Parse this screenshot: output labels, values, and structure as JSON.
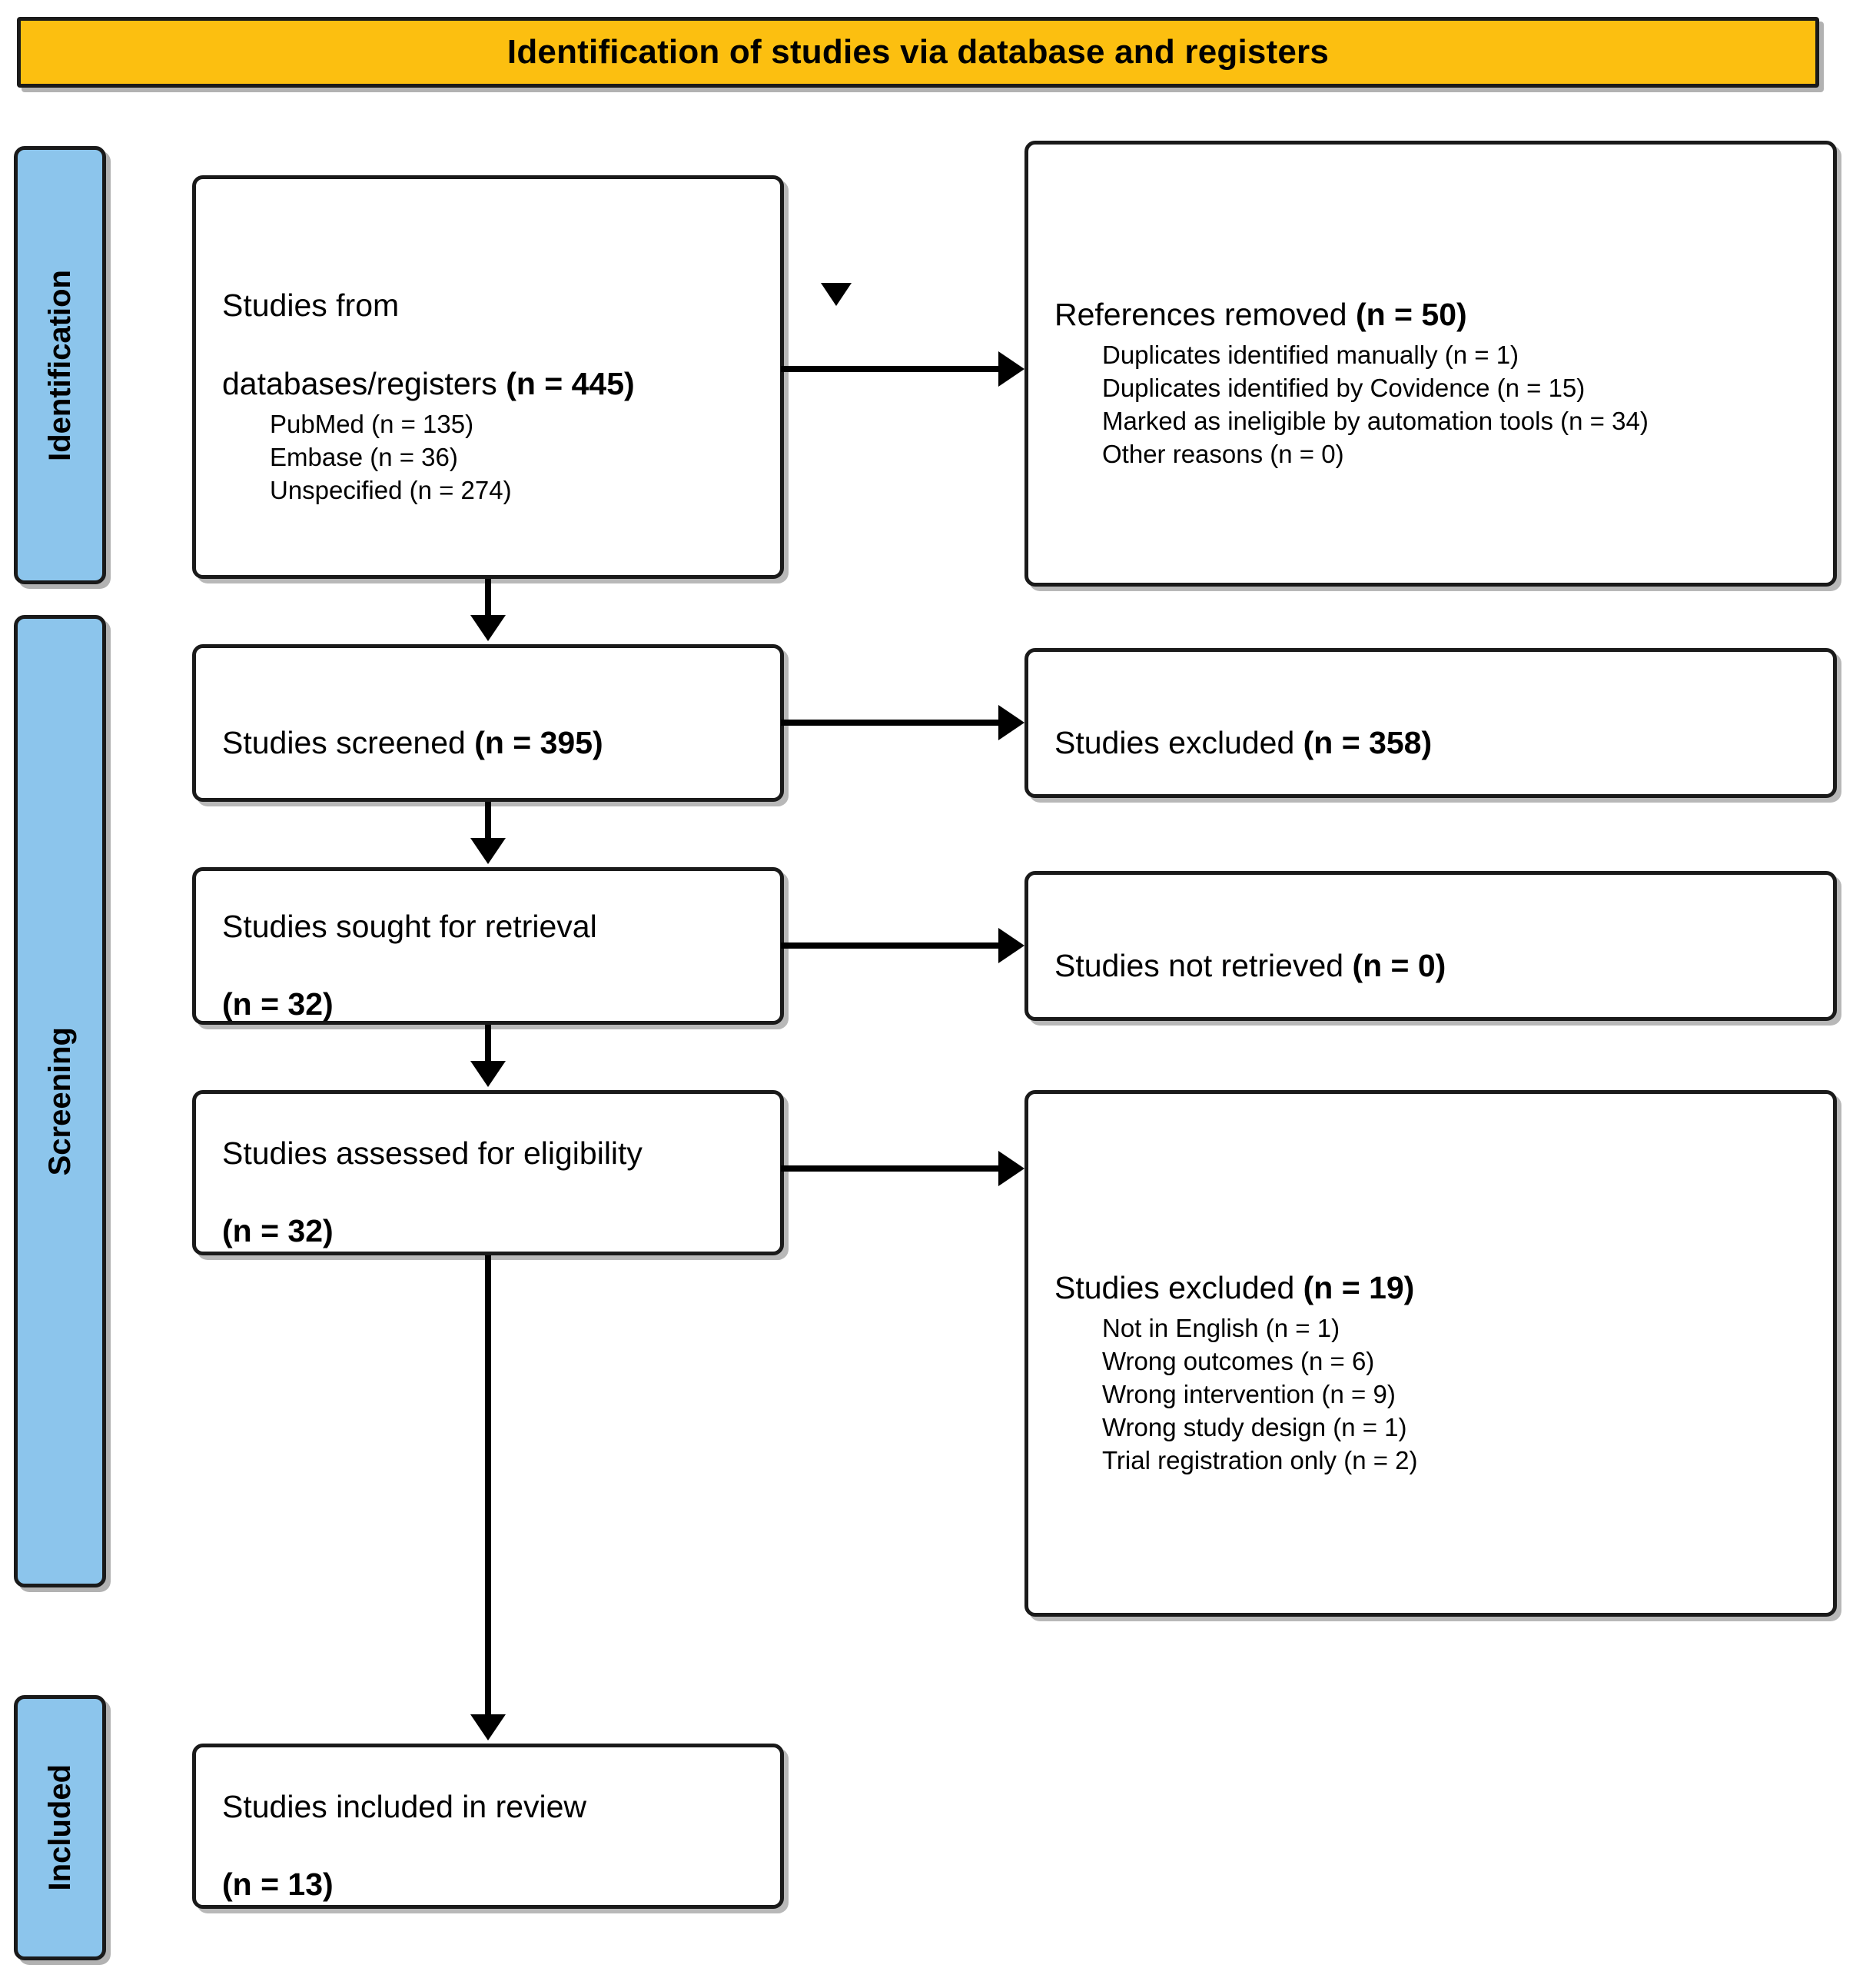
{
  "banner": {
    "title": "Identification of studies via database and registers"
  },
  "rails": [
    {
      "key": "identification",
      "label": "Identification"
    },
    {
      "key": "screening",
      "label": "Screening"
    },
    {
      "key": "included",
      "label": "Included"
    }
  ],
  "colors": {
    "banner_fill": "#FCBF10",
    "rail_fill": "#8CC5EC",
    "stroke": "#1a1a1a",
    "node_fill": "#FFFFFF"
  },
  "nodes": {
    "sources": {
      "line1": "Studies from",
      "line2_plain": "databases/registers ",
      "line2_bold": "(n = 445)",
      "sub": [
        "PubMed (n = 135)",
        "Embase (n = 36)",
        "Unspecified (n = 274)"
      ]
    },
    "removed": {
      "title_plain": "References removed ",
      "title_bold": "(n = 50)",
      "sub": [
        "Duplicates identified manually (n = 1)",
        "Duplicates identified by Covidence (n = 15)",
        "Marked as ineligible by automation tools (n = 34)",
        "Other reasons (n = 0)"
      ]
    },
    "screened": {
      "title_plain": "Studies screened ",
      "title_bold": "(n = 395)"
    },
    "excluded_screening": {
      "title_plain": "Studies excluded ",
      "title_bold": "(n = 358)"
    },
    "sought": {
      "title_plain": "Studies sought for retrieval",
      "title_bold": "(n = 32)"
    },
    "not_retrieved": {
      "title_plain": "Studies not retrieved ",
      "title_bold": "(n = 0)"
    },
    "assessed": {
      "title_plain": "Studies assessed for eligibility",
      "title_bold": "(n = 32)"
    },
    "excluded_eligibility": {
      "title_plain": "Studies excluded ",
      "title_bold": "(n = 19)",
      "sub": [
        "Not in English (n = 1)",
        "Wrong outcomes (n = 6)",
        "Wrong intervention (n = 9)",
        "Wrong study design (n = 1)",
        "Trial registration only (n = 2)"
      ]
    },
    "included": {
      "title_plain": "Studies included in review",
      "title_bold": "(n = 13)"
    }
  },
  "chart_data": {
    "type": "diagram",
    "title": "Identification of studies via database and registers",
    "stages": [
      "Identification",
      "Screening",
      "Included"
    ],
    "flow": [
      {
        "id": "sources",
        "stage": "Identification",
        "label": "Studies from databases/registers",
        "n": 445,
        "breakdown": [
          {
            "label": "PubMed",
            "n": 135
          },
          {
            "label": "Embase",
            "n": 36
          },
          {
            "label": "Unspecified",
            "n": 274
          }
        ]
      },
      {
        "id": "removed",
        "stage": "Identification",
        "label": "References removed",
        "n": 50,
        "breakdown": [
          {
            "label": "Duplicates identified manually",
            "n": 1
          },
          {
            "label": "Duplicates identified by Covidence",
            "n": 15
          },
          {
            "label": "Marked as ineligible by automation tools",
            "n": 34
          },
          {
            "label": "Other reasons",
            "n": 0
          }
        ]
      },
      {
        "id": "screened",
        "stage": "Screening",
        "label": "Studies screened",
        "n": 395
      },
      {
        "id": "excluded_screening",
        "stage": "Screening",
        "label": "Studies excluded",
        "n": 358
      },
      {
        "id": "sought",
        "stage": "Screening",
        "label": "Studies sought for retrieval",
        "n": 32
      },
      {
        "id": "not_retrieved",
        "stage": "Screening",
        "label": "Studies not retrieved",
        "n": 0
      },
      {
        "id": "assessed",
        "stage": "Screening",
        "label": "Studies assessed for eligibility",
        "n": 32
      },
      {
        "id": "excluded_eligibility",
        "stage": "Screening",
        "label": "Studies excluded",
        "n": 19,
        "breakdown": [
          {
            "label": "Not in English",
            "n": 1
          },
          {
            "label": "Wrong outcomes",
            "n": 6
          },
          {
            "label": "Wrong intervention",
            "n": 9
          },
          {
            "label": "Wrong study design",
            "n": 1
          },
          {
            "label": "Trial registration only",
            "n": 2
          }
        ]
      },
      {
        "id": "included",
        "stage": "Included",
        "label": "Studies included in review",
        "n": 13
      }
    ],
    "edges": [
      {
        "from": "sources",
        "to": "removed",
        "direction": "right"
      },
      {
        "from": "sources",
        "to": "screened",
        "direction": "down"
      },
      {
        "from": "screened",
        "to": "excluded_screening",
        "direction": "right"
      },
      {
        "from": "screened",
        "to": "sought",
        "direction": "down"
      },
      {
        "from": "sought",
        "to": "not_retrieved",
        "direction": "right"
      },
      {
        "from": "sought",
        "to": "assessed",
        "direction": "down"
      },
      {
        "from": "assessed",
        "to": "excluded_eligibility",
        "direction": "right"
      },
      {
        "from": "assessed",
        "to": "included",
        "direction": "down"
      }
    ]
  }
}
